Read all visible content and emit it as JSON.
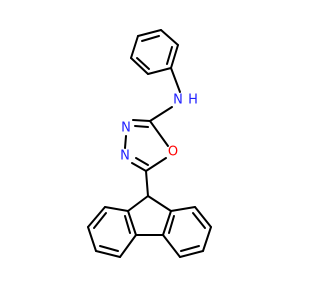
{
  "molecule": {
    "atoms": {
      "nh": {
        "label": "N",
        "h": "H"
      },
      "n3": {
        "label": "N"
      },
      "n4": {
        "label": "N"
      },
      "o1": {
        "label": "O"
      }
    },
    "colors": {
      "bond": "#000000",
      "nitrogen": "#2020ff",
      "oxygen": "#ff0000",
      "background": "#ffffff"
    }
  }
}
